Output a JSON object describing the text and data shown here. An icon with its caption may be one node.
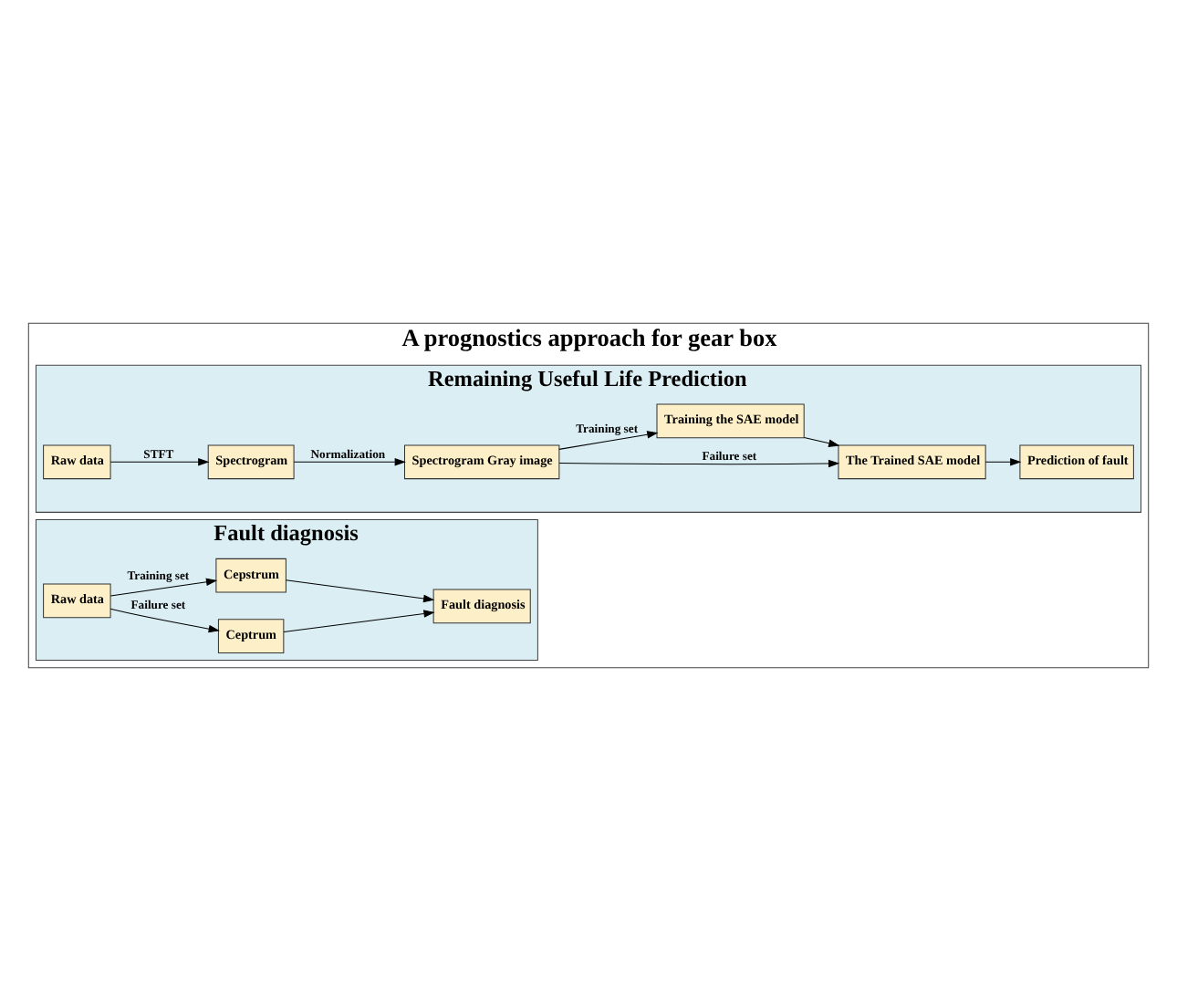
{
  "diagram": {
    "nodes": [
      {
        "text": [
          "A prognostics approach for gear box"
        ]
      },
      {
        "text": [
          "Remaining Useful Life Prediction"
        ],
        "in": 0
      },
      {
        "text": [
          "Raw data"
        ],
        "in": 1
      },
      {
        "text": [
          "Spectrogram"
        ],
        "in": 1
      },
      {
        "text": [
          "Spectrogram Gray image"
        ],
        "in": 1
      },
      {
        "text": [
          "Prediction of fault"
        ],
        "in": 1
      },
      {
        "text": [
          "The Trained SAE model"
        ],
        "in": 1
      },
      {
        "text": [
          "Training the SAE model"
        ],
        "in": 1
      },
      {
        "text": [
          "Fault diagnosis"
        ],
        "in": 0
      },
      {
        "text": [
          "Raw data"
        ],
        "in": 8
      },
      {
        "text": [
          "Ceptrum"
        ],
        "in": 8
      },
      {
        "text": [
          "Cepstrum"
        ],
        "in": 8
      },
      {
        "text": [
          "Fault diagnosis"
        ],
        "in": 8
      }
    ],
    "edges": [
      {
        "from": 2,
        "to": 3,
        "arrow": "to",
        "label": "STFT"
      },
      {
        "from": 3,
        "to": 4,
        "arrow": "to",
        "label": "Normalization"
      },
      {
        "from": 4,
        "to": 6,
        "arrow": "to",
        "label": "Failure set"
      },
      {
        "from": 4,
        "to": 7,
        "arrow": "to",
        "label": "Training set"
      },
      {
        "from": 7,
        "to": 6,
        "arrow": "to"
      },
      {
        "from": 6,
        "to": 5,
        "arrow": "to"
      },
      {
        "from": 9,
        "to": 10,
        "arrow": "to",
        "label": "Failure set"
      },
      {
        "from": 9,
        "to": 11,
        "arrow": "to",
        "label": "Training set"
      },
      {
        "from": 10,
        "to": 12,
        "arrow": "to"
      },
      {
        "from": 11,
        "to": 12,
        "arrow": "to"
      }
    ]
  }
}
